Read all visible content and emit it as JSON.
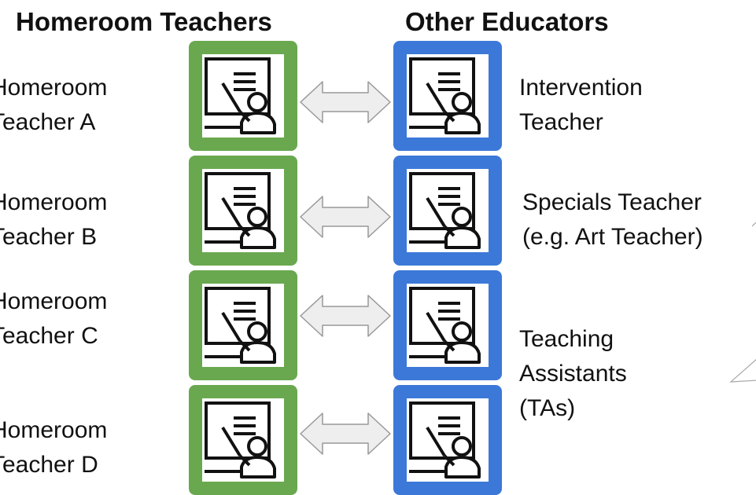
{
  "headings": {
    "homeroom": "Homeroom Teachers",
    "other": "Other Educators"
  },
  "colors": {
    "homeroom_border": "#6aa84f",
    "other_border": "#3c78d8",
    "arrow_fill": "#eeeeee",
    "arrow_stroke": "#999999"
  },
  "icon": "teacher-at-whiteboard-icon",
  "homeroom_teachers": [
    {
      "line1": "Homeroom",
      "line2": "Teacher A"
    },
    {
      "line1": "Homeroom",
      "line2": "Teacher B"
    },
    {
      "line1": "Homeroom",
      "line2": "Teacher C"
    },
    {
      "line1": "Homeroom",
      "line2": "Teacher D"
    }
  ],
  "other_educators": [
    {
      "line1": "Intervention",
      "line2": "Teacher"
    },
    {
      "line1": "Specials Teacher",
      "line2": "(e.g. Art Teacher)"
    },
    {
      "line1": "Teaching",
      "line2": "Assistants",
      "line3": "(TAs)"
    }
  ]
}
